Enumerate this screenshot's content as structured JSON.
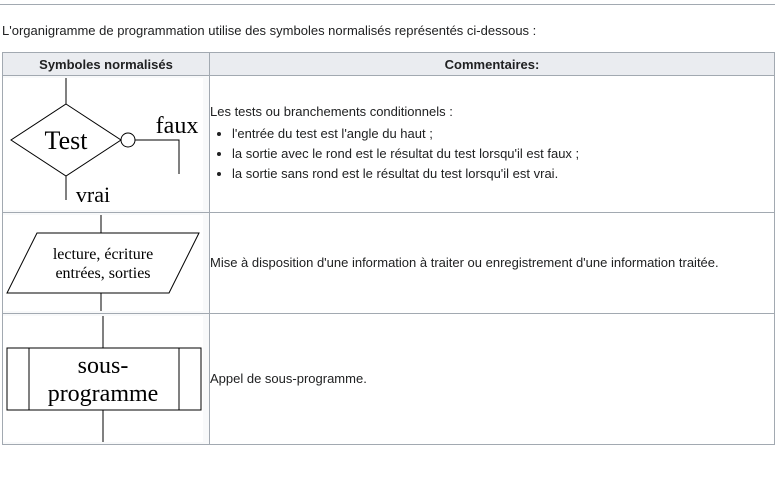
{
  "intro_text": "L'organigramme de programmation utilise des symboles normalisés représentés ci-dessous :",
  "table": {
    "headers": [
      "Symboles normalisés",
      "Commentaires:"
    ],
    "rows": [
      {
        "symbol": {
          "label": "Test",
          "no_label": "faux",
          "yes_label": "vrai"
        },
        "comment": "Les tests ou branchements conditionnels :",
        "bullets": [
          "l'entrée du test est l'angle du haut ;",
          "la sortie avec le rond est le résultat du test lorsqu'il est faux ;",
          "la sortie sans rond est le résultat du test lorsqu'il est vrai."
        ]
      },
      {
        "symbol": {
          "line1": "lecture, écriture",
          "line2": "entrées, sorties"
        },
        "comment": "Mise à disposition d'une information à traiter ou enregistrement d'une information traitée."
      },
      {
        "symbol": {
          "line1": "sous-",
          "line2": "programme"
        },
        "comment": "Appel de sous-programme."
      }
    ]
  },
  "colors": {
    "header_bg": "#eaecf0",
    "border": "#a2a9b1",
    "symbol_bg": "#f8f9fa",
    "text": "#202122"
  }
}
